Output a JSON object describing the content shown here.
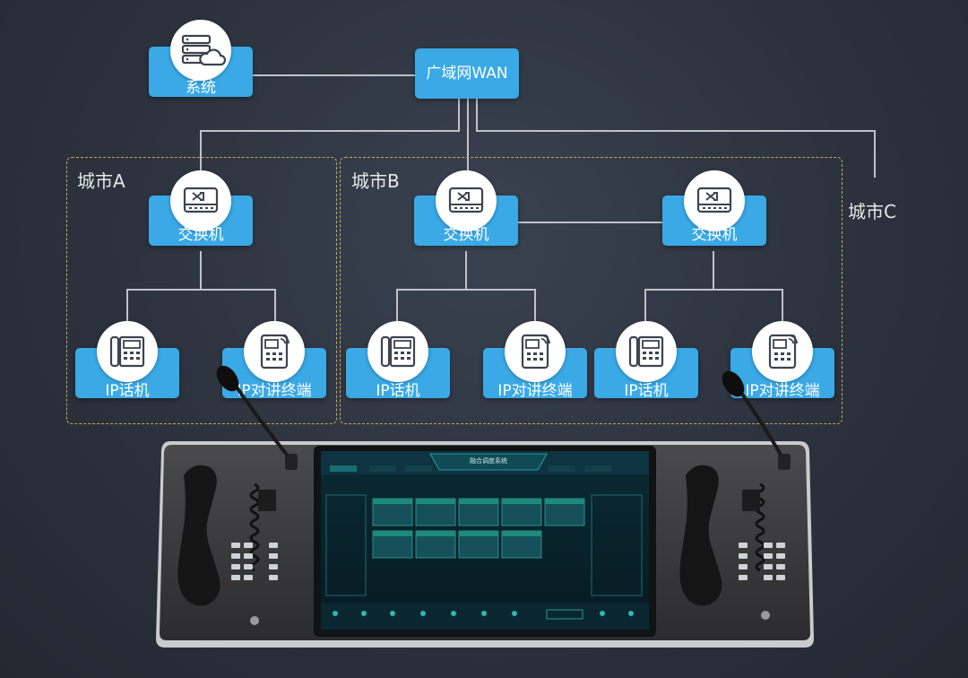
{
  "wan_label": "广域网WAN",
  "system_label": "系统",
  "cities": {
    "a": "城市A",
    "b": "城市B",
    "c": "城市C"
  },
  "switch_label": "交换机",
  "ip_phone_label": "IP话机",
  "intercom_label": "IP对讲终端",
  "console": {
    "screen_title": "融合调度系统"
  },
  "colors": {
    "node_blue": "#3aa9e6",
    "line": "#bfc3c8",
    "dashed_border": "#c9a65a",
    "background": "#2b323d"
  }
}
